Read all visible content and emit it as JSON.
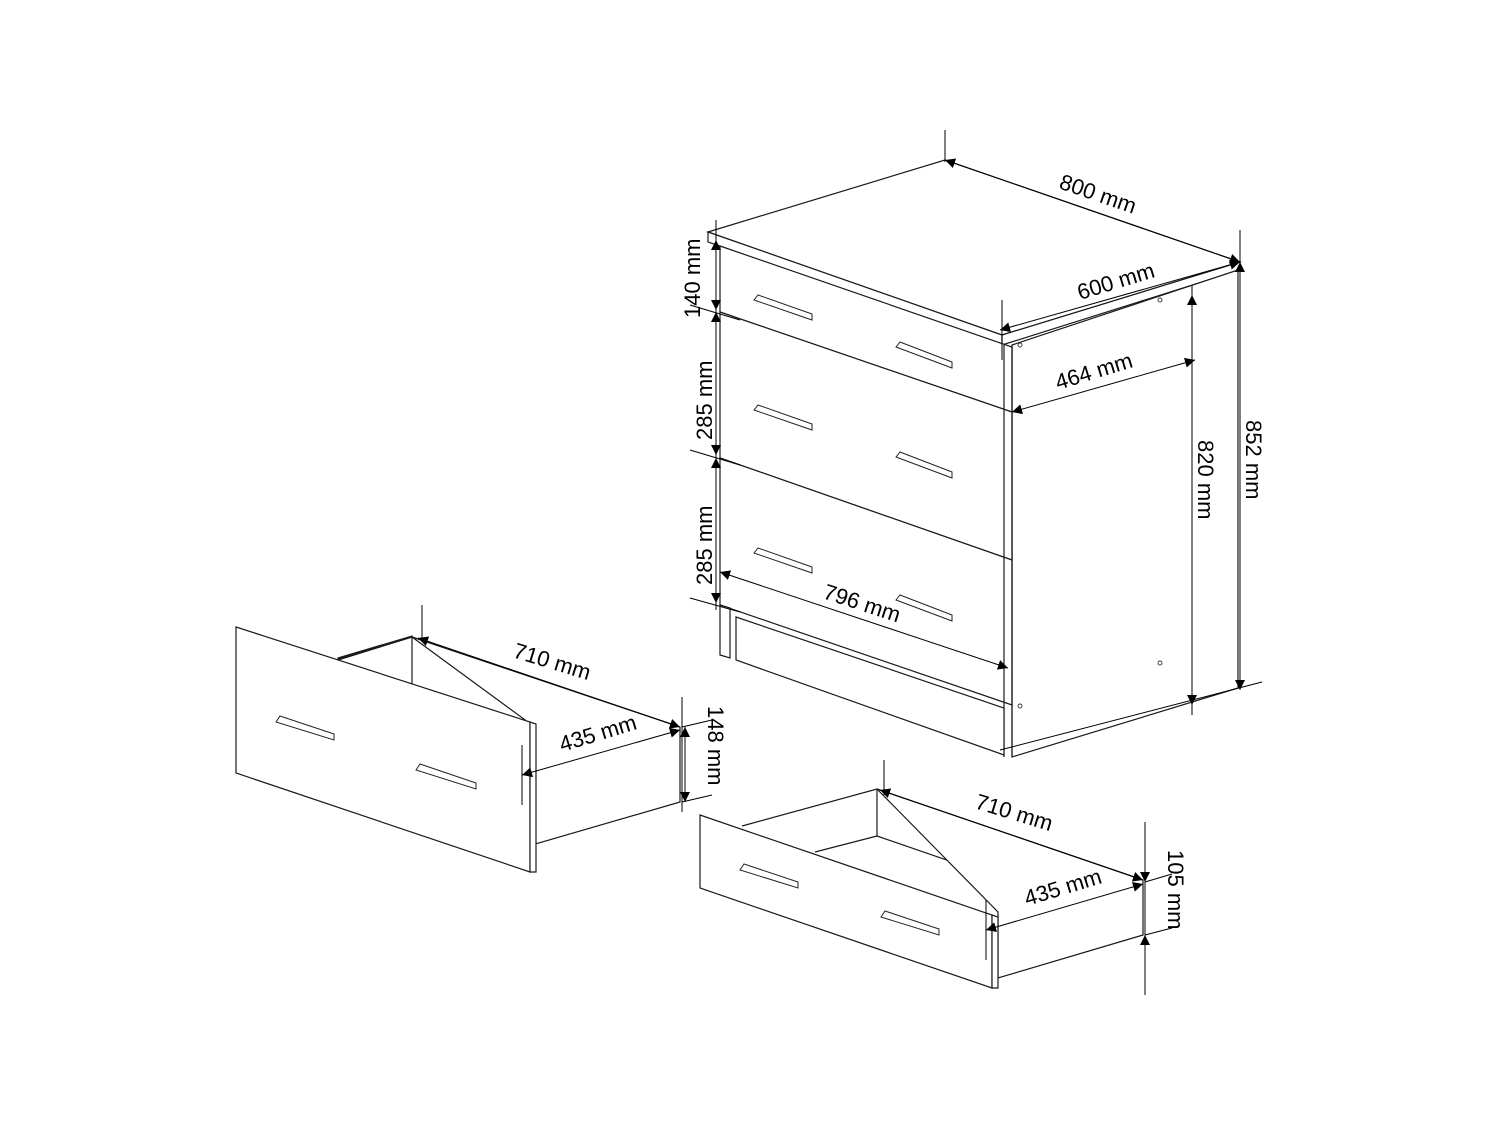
{
  "diagram": {
    "subject": "3-drawer kitchen base cabinet with dimensions",
    "line_color": "#1a1a1a",
    "background": "#ffffff"
  },
  "cabinet": {
    "width_label": "800 mm",
    "depth_label": "600 mm",
    "inner_depth_label": "464 mm",
    "body_height_label": "820 mm",
    "total_height_label": "852 mm",
    "drawer_front_width_label": "796 mm",
    "drawer_heights": [
      {
        "label": "140 mm"
      },
      {
        "label": "285 mm"
      },
      {
        "label": "285 mm"
      }
    ]
  },
  "large_drawer": {
    "length_label": "710 mm",
    "width_label": "435 mm",
    "height_label": "148 mm"
  },
  "small_drawer": {
    "length_label": "710 mm",
    "width_label": "435 mm",
    "height_label": "105 mm"
  }
}
